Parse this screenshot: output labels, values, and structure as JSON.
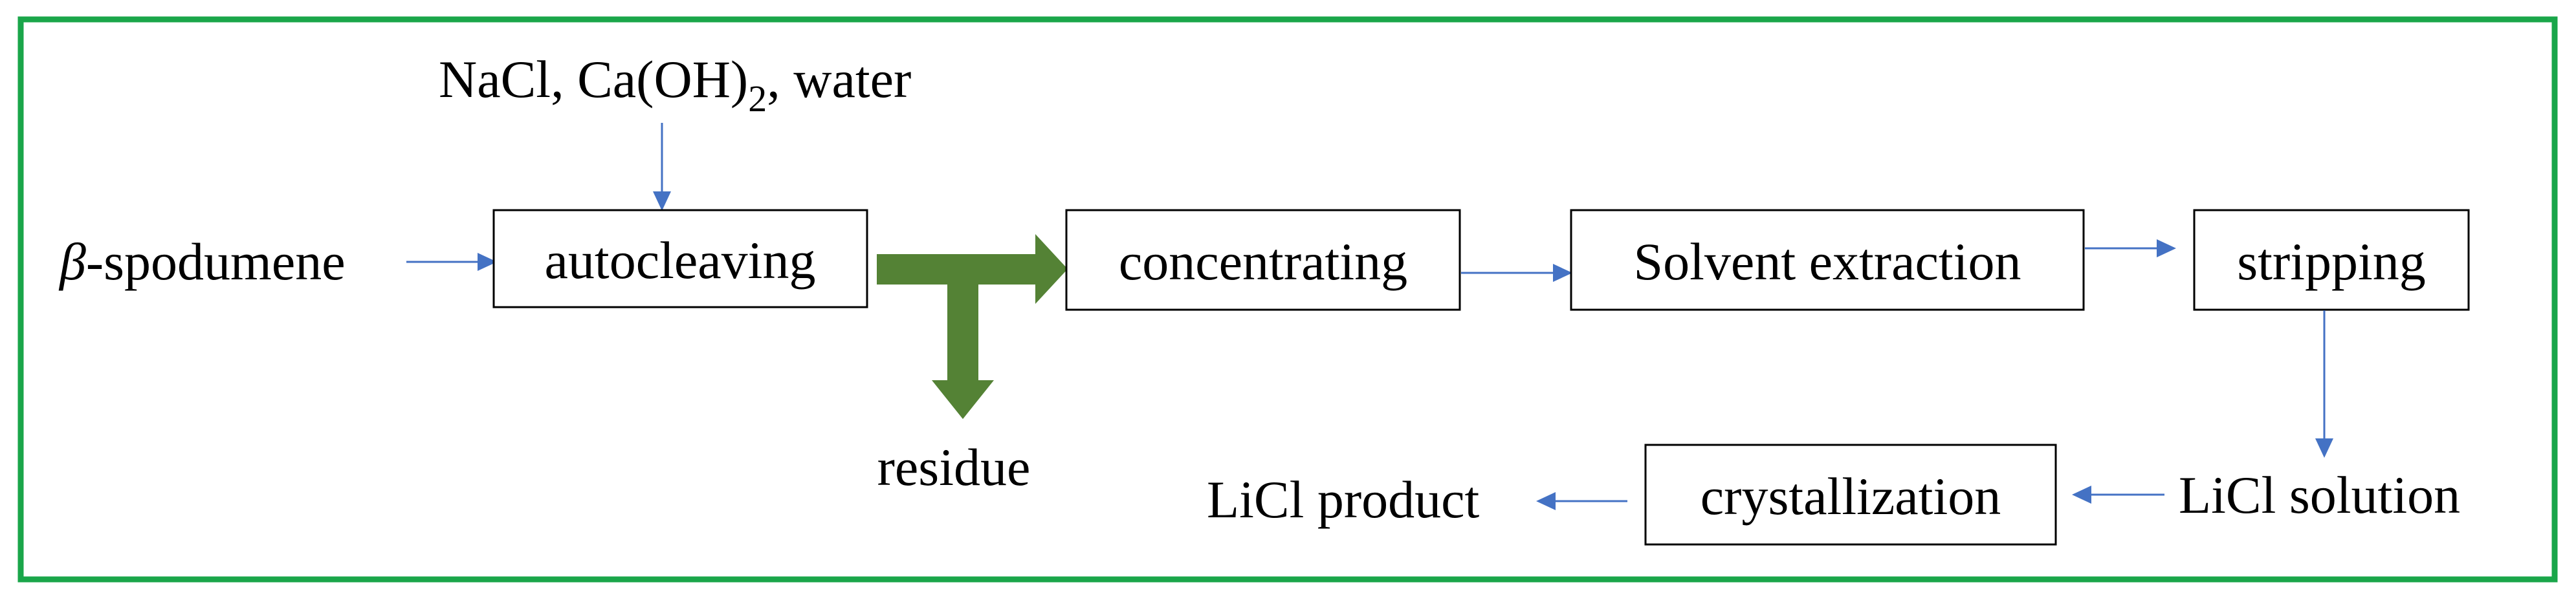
{
  "colors": {
    "frame": "#1aa64a",
    "thin_arrow": "#4472c4",
    "thick_arrow": "#548235",
    "box_stroke": "#000000",
    "text": "#000000"
  },
  "inputs": {
    "spodumene_symbol": "β",
    "spodumene_name": "-spodumene",
    "reagents_prefix": "NaCl, Ca(OH)",
    "reagents_subscript": "2",
    "reagents_suffix": ", water"
  },
  "steps": {
    "autocleaving": "autocleaving",
    "concentrating": "concentrating",
    "solvent_extraction": "Solvent extraction",
    "stripping": "stripping",
    "crystallization": "crystallization"
  },
  "outputs": {
    "residue": "residue",
    "licl_solution": "LiCl solution",
    "licl_product": "LiCl product"
  }
}
